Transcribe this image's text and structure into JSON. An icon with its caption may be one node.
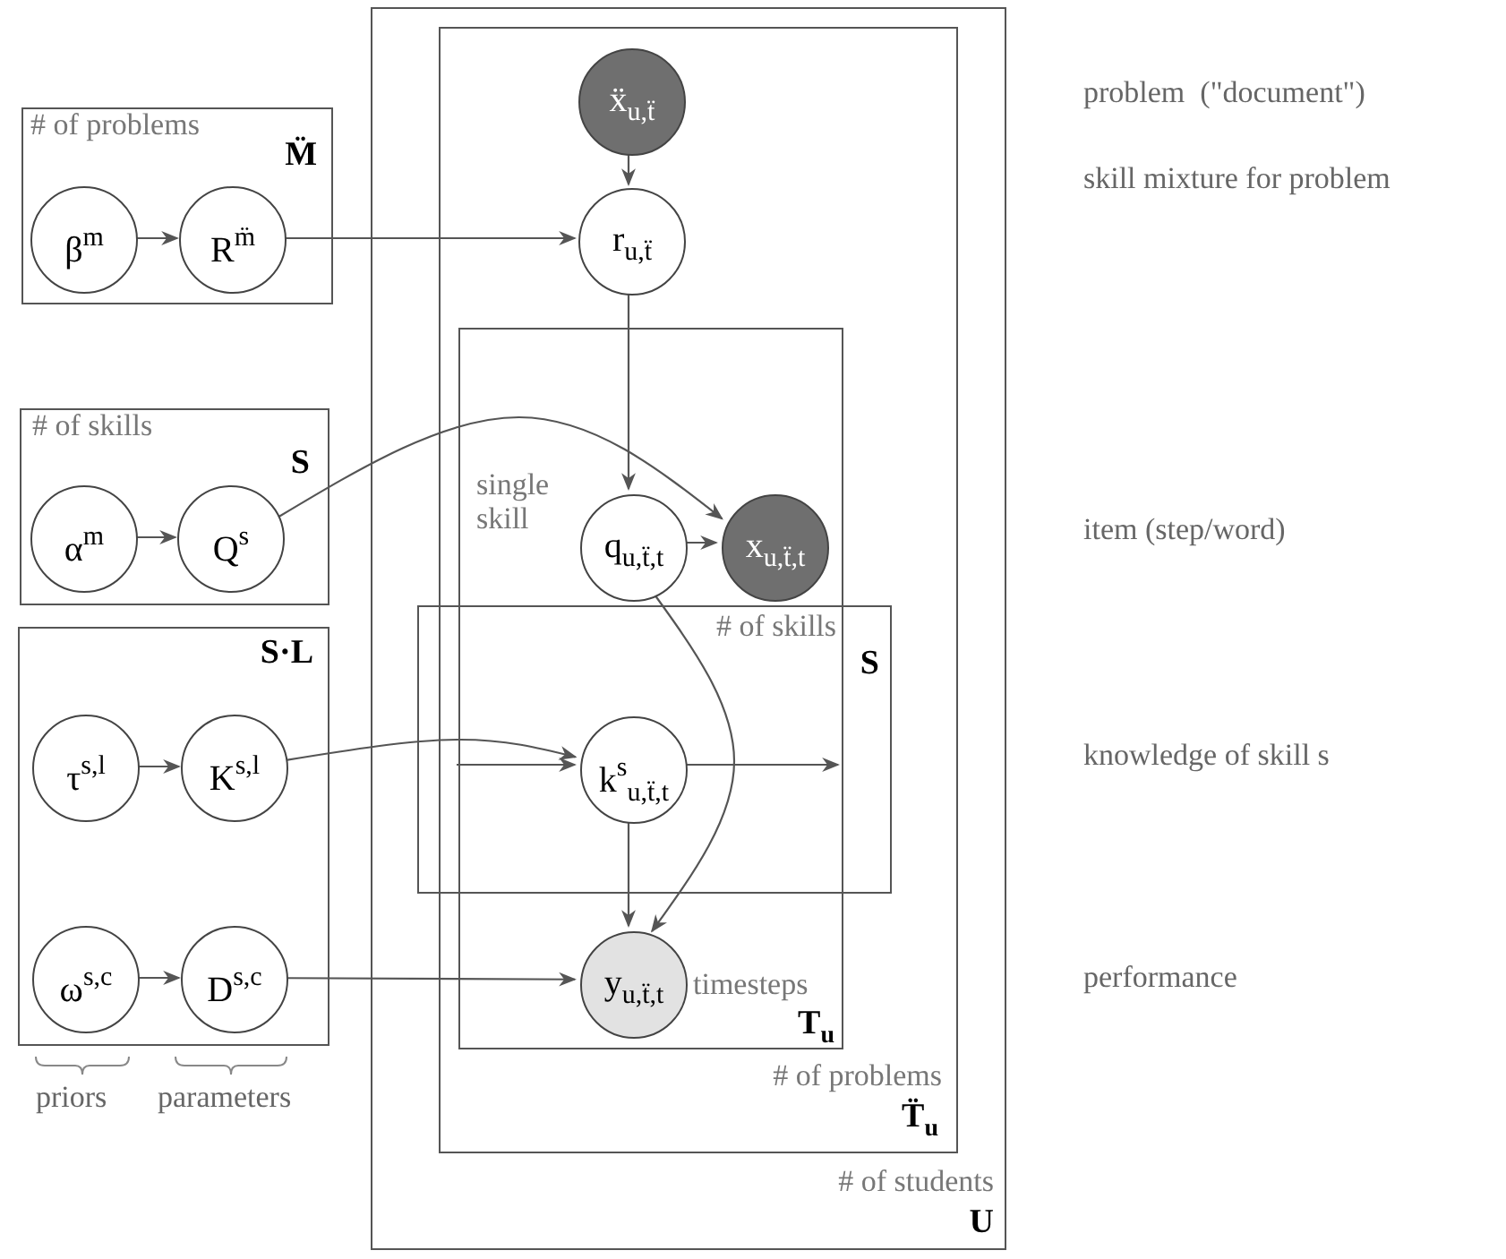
{
  "diagram": {
    "nodes": [
      {
        "text": [
          "# of problems",
          "M̈"
        ]
      },
      {
        "text": [
          "β$^{m}$"
        ],
        "in": 0
      },
      {
        "text": [
          "R$^{m̈}$"
        ],
        "in": 0
      },
      {
        "text": [
          "# of skills",
          "S"
        ]
      },
      {
        "text": [
          "α$^{m}$"
        ],
        "in": 3
      },
      {
        "text": [
          "Q$^{s}$"
        ],
        "in": 3
      },
      {
        "text": [
          "S·L"
        ]
      },
      {
        "text": [
          "τ$^{s,l}$"
        ],
        "in": 6
      },
      {
        "text": [
          "K$^{s,l}$"
        ],
        "in": 6
      },
      {
        "text": [
          "ω$^{s,c}$"
        ],
        "in": 6
      },
      {
        "text": [
          "D$^{s,c}$"
        ],
        "in": 6
      },
      {
        "text": [
          "# of students",
          "U"
        ]
      },
      {
        "text": [
          "# of problems",
          "T̈$_{u}$"
        ],
        "in": 11
      },
      {
        "text": [
          "ẍ$_{u,ẗ}$"
        ],
        "in": 12
      },
      {
        "text": [
          "r$_{u,ẗ}$"
        ],
        "in": 12
      },
      {
        "text": [
          "single skill",
          "timesteps",
          "T$_{u}$"
        ],
        "in": 12
      },
      {
        "text": [
          "q$_{u,ẗ,t}$"
        ],
        "in": 15
      },
      {
        "text": [
          "x$_{u,ẗ,t}$"
        ],
        "in": 15
      },
      {
        "text": [
          "# of skills",
          "S"
        ],
        "in": 12
      },
      {
        "text": [
          "k$^{s}$$_{u,ẗ,t}$"
        ],
        "in": 18
      },
      {
        "text": [
          "y$_{u,ẗ,t}$"
        ],
        "in": 15
      }
    ],
    "edges": [
      {
        "from": 1,
        "to": 2,
        "arrow": "to"
      },
      {
        "from": 4,
        "to": 5,
        "arrow": "to"
      },
      {
        "from": 7,
        "to": 8,
        "arrow": "to"
      },
      {
        "from": 9,
        "to": 10,
        "arrow": "to"
      },
      {
        "from": 2,
        "to": 14,
        "arrow": "to"
      },
      {
        "from": 13,
        "to": 14,
        "arrow": "to"
      },
      {
        "from": 14,
        "to": 16,
        "arrow": "to"
      },
      {
        "from": 16,
        "to": 17,
        "arrow": "to"
      },
      {
        "from": 5,
        "to": 17,
        "arrow": "to"
      },
      {
        "from": 8,
        "to": 19,
        "arrow": "to"
      },
      {
        "from": 15,
        "to": 19,
        "arrow": "to"
      },
      {
        "from": 19,
        "to": 15,
        "arrow": "to"
      },
      {
        "from": 19,
        "to": 20,
        "arrow": "to"
      },
      {
        "from": 16,
        "to": 20,
        "arrow": "to"
      },
      {
        "from": 10,
        "to": 20,
        "arrow": "to"
      }
    ],
    "labels": [
      "problem  (\"document\")",
      "skill mixture for problem",
      "item (step/word)",
      "knowledge of skill s",
      "performance",
      "priors",
      "parameters"
    ]
  }
}
